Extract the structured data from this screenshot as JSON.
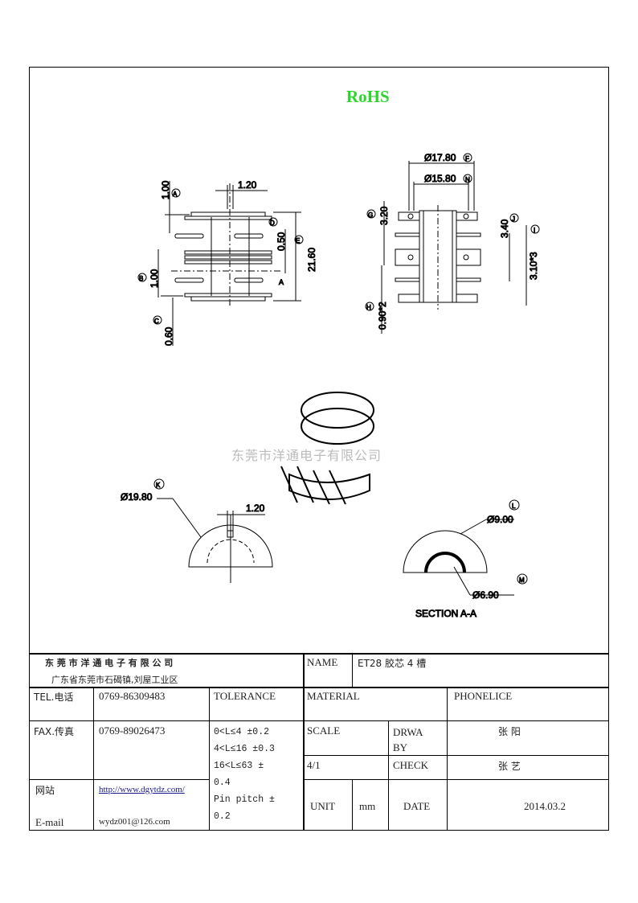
{
  "rohs_label": "RoHS",
  "watermark": "东莞市洋通电子有限公司",
  "drawing": {
    "front_view": {
      "dim_top_pin": "1.20",
      "dim_a": "1.00",
      "label_a": "A",
      "dim_b": "1.00",
      "label_b": "B",
      "dim_c": "0.60",
      "label_c": "C",
      "dim_d": "0.50",
      "label_d": "D",
      "dim_e": "21.60",
      "label_e": "E",
      "section_mark": "A"
    },
    "side_view": {
      "dim_f": "Ø17.80",
      "label_f": "F",
      "dim_n": "Ø15.80",
      "label_n": "N",
      "dim_g": "3.20",
      "label_g": "G",
      "dim_h": "0.90*2",
      "label_h": "H",
      "dim_j": "3.40",
      "label_j": "J",
      "dim_i": "3.10*3",
      "label_i": "I"
    },
    "bottom_view": {
      "dim_k": "Ø19.80",
      "label_k": "K",
      "dim_pin": "1.20"
    },
    "section_view": {
      "dim_l": "Ø9.00",
      "label_l": "L",
      "dim_m": "Ø6.90",
      "label_m": "M",
      "title": "SECTION A-A"
    }
  },
  "title_block": {
    "company": "东 莞 市 洋 通 电 子 有 限 公 司",
    "address": "广东省东莞市石碣镇,刘屋工业区",
    "name_label": "NAME",
    "name_value": "ET28 胶芯 4 槽",
    "tel_label": "TEL.电话",
    "tel_value": "0769-86309483",
    "fax_label": "FAX.传真",
    "fax_value": "0769-89026473",
    "web_label": "网站",
    "web_value": "http://www.dgytdz.com/",
    "email_label": "E-mail",
    "email_value": "wydz001@126.com",
    "tolerance_label": "TOLERANCE",
    "tolerance_lines": [
      "0<L≤4  ±0.2",
      "4<L≤16 ±0.3",
      "16<L≤63 ±",
      "0.4",
      "Pin pitch ±",
      "0.2"
    ],
    "material_label": "MATERIAL",
    "material_value": "PHONELICE",
    "scale_label": "SCALE",
    "scale_value": "4/1",
    "drawn_label": "DRWA BY",
    "drawn_value": "张 阳",
    "check_label": "CHECK",
    "check_value": "张 艺",
    "unit_label": "UNIT",
    "unit_value": "mm",
    "date_label": "DATE",
    "date_value": "2014.03.2"
  }
}
